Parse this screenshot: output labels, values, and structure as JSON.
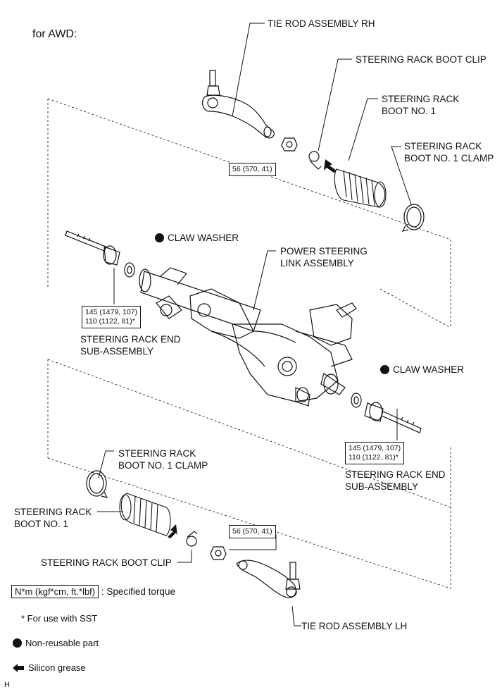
{
  "header": {
    "variant": "for AWD:"
  },
  "labels": {
    "tie_rod_rh": "TIE ROD ASSEMBLY RH",
    "boot_clip_top": "STEERING RACK BOOT CLIP",
    "boot_no1_top_line1": "STEERING RACK",
    "boot_no1_top_line2": "BOOT NO. 1",
    "boot_clamp_top_line1": "STEERING RACK",
    "boot_clamp_top_line2": "BOOT NO. 1 CLAMP",
    "claw_washer_left": "CLAW WASHER",
    "power_steering_line1": "POWER STEERING",
    "power_steering_line2": "LINK ASSEMBLY",
    "rack_end_left_line1": "STEERING RACK END",
    "rack_end_left_line2": "SUB-ASSEMBLY",
    "claw_washer_right": "CLAW WASHER",
    "rack_end_right_line1": "STEERING RACK END",
    "rack_end_right_line2": "SUB-ASSEMBLY",
    "boot_clamp_bottom_line1": "STEERING RACK",
    "boot_clamp_bottom_line2": "BOOT NO. 1 CLAMP",
    "boot_no1_bottom_line1": "STEERING RACK",
    "boot_no1_bottom_line2": "BOOT NO. 1",
    "boot_clip_bottom": "STEERING RACK BOOT CLIP",
    "tie_rod_lh": "TIE ROD ASSEMBLY LH"
  },
  "torques": {
    "nut_top": "56 (570, 41)",
    "nut_bottom": "56 (570, 41)",
    "rack_end_left_1": "145 (1479, 107)",
    "rack_end_left_2": "110 (1122, 81)*",
    "rack_end_right_1": "145 (1479, 107)",
    "rack_end_right_2": "110 (1122, 81)*"
  },
  "legend": {
    "torque_unit": "N*m (kgf*cm, ft.*lbf)",
    "torque_desc": ": Specified torque",
    "sst_note": "* For use with SST",
    "non_reusable": "Non-reusable part",
    "silicon_grease": "Silicon grease"
  },
  "footer_code": "H",
  "icons": [
    "non-reusable-dot-icon",
    "silicon-grease-arrow-icon"
  ]
}
